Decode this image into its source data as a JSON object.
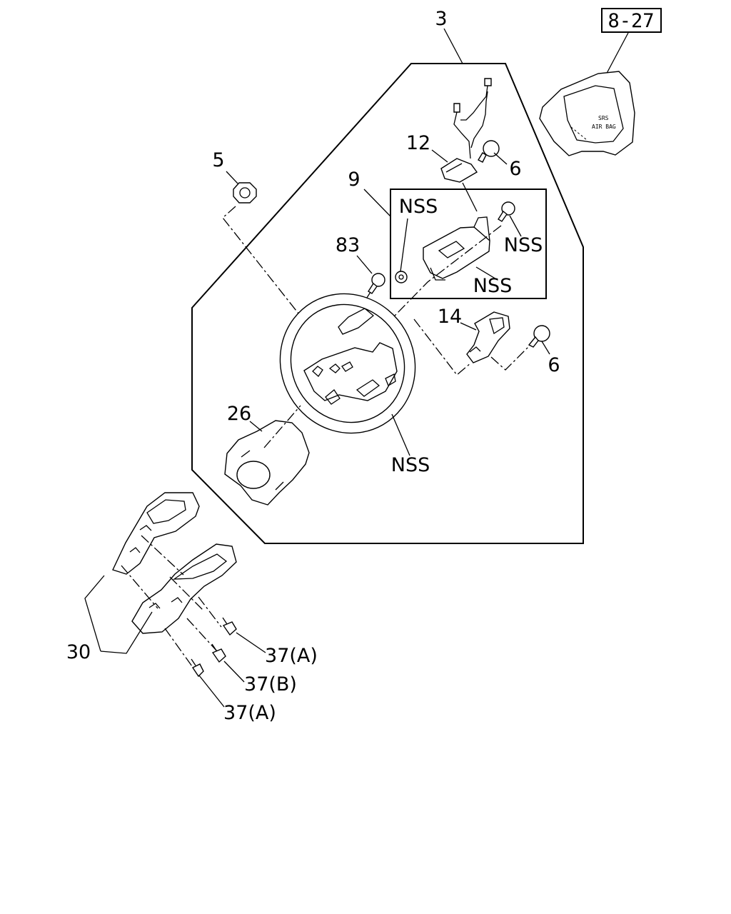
{
  "reference_box": "8-27",
  "callouts": {
    "c3": "3",
    "c5": "5",
    "c12": "12",
    "c6_top": "6",
    "c9": "9",
    "nss_bracket_left": "NSS",
    "c83": "83",
    "nss_bracket_right": "NSS",
    "nss_bracket_bottom": "NSS",
    "c14": "14",
    "c6_lower": "6",
    "c26": "26",
    "nss_wheel": "NSS",
    "c30": "30",
    "c37a_upper": "37(A)",
    "c37b": "37(B)",
    "c37a_lower": "37(A)"
  },
  "airbag_marking": [
    "SRS",
    "AIR BAG"
  ]
}
